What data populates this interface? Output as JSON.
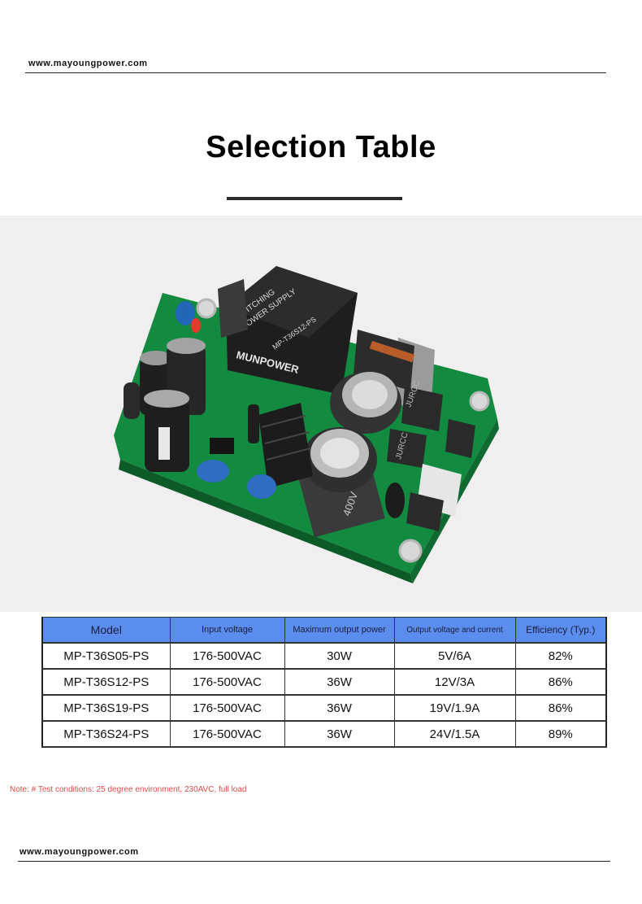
{
  "header": {
    "url": "www.mayoungpower.com"
  },
  "title": "Selection Table",
  "product_photo": {
    "label_lines": [
      "SWITCHING",
      "POWER SUPPLY",
      "MP-T36S12-PS",
      "MUNPOWER"
    ],
    "capacitor_text": "400V",
    "inductor_text": "JURCC"
  },
  "table": {
    "columns": [
      "Model",
      "Input voltage",
      "Maximum output power",
      "Output voltage and current",
      "Efficiency (Typ.)"
    ],
    "rows": [
      [
        "MP-T36S05-PS",
        "176-500VAC",
        "30W",
        "5V/6A",
        "82%"
      ],
      [
        "MP-T36S12-PS",
        "176-500VAC",
        "36W",
        "12V/3A",
        "86%"
      ],
      [
        "MP-T36S19-PS",
        "176-500VAC",
        "36W",
        "19V/1.9A",
        "86%"
      ],
      [
        "MP-T36S24-PS",
        "176-500VAC",
        "36W",
        "24V/1.5A",
        "89%"
      ]
    ],
    "header_color": "#5b8def"
  },
  "note": "Note: # Test conditions: 25 degree environment, 230AVC, full load",
  "footer": {
    "url": "www.mayoungpower.com"
  }
}
